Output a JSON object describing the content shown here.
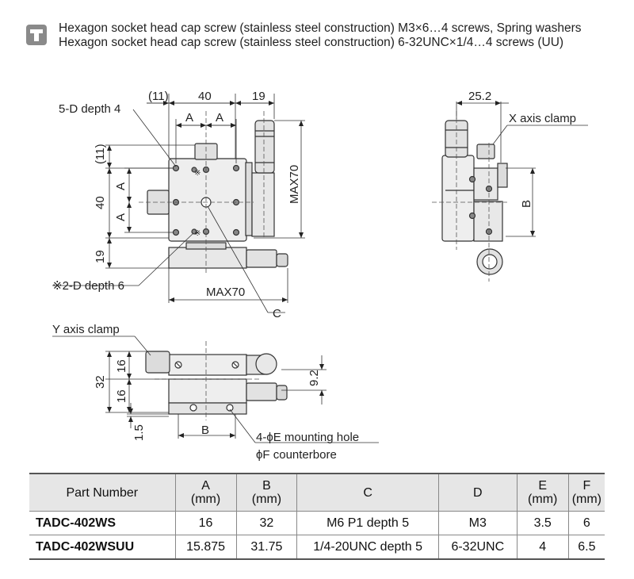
{
  "notes": {
    "line1": "Hexagon socket head cap screw (stainless steel construction) M3×6…4 screws, Spring washers",
    "line2": "Hexagon socket head cap screw (stainless steel construction) 6-32UNC×1/4…4 screws (UU)"
  },
  "labels": {
    "dim_11_top": "(11)",
    "dim_40_top": "40",
    "dim_19_top": "19",
    "five_d_depth": "5-D depth 4",
    "dim_a1": "A",
    "dim_a2": "A",
    "dim_11_left": "(11)",
    "dim_a_left1": "A",
    "dim_40_left": "40",
    "dim_a_left2": "A",
    "dim_19_left": "19",
    "max70_v": "MAX70",
    "two_d_depth": "※2-D depth 6",
    "max70_h": "MAX70",
    "c_label": "C",
    "dim_25_2": "25.2",
    "x_axis_clamp": "X axis clamp",
    "b_right": "B",
    "y_axis_clamp": "Y axis clamp",
    "dim_16a": "16",
    "dim_32": "32",
    "dim_16b": "16",
    "dim_9_2": "9.2",
    "dim_1_5": "1.5",
    "b_bottom": "B",
    "mount_hole": "4-ϕE mounting hole",
    "counterbore": "ϕF counterbore",
    "star1": "※",
    "star2": "※"
  },
  "table": {
    "headers": [
      {
        "l1": "Part Number",
        "l2": ""
      },
      {
        "l1": "A",
        "l2": "(mm)"
      },
      {
        "l1": "B",
        "l2": "(mm)"
      },
      {
        "l1": "C",
        "l2": ""
      },
      {
        "l1": "D",
        "l2": ""
      },
      {
        "l1": "E",
        "l2": "(mm)"
      },
      {
        "l1": "F",
        "l2": "(mm)"
      }
    ],
    "rows": [
      [
        "TADC-402WS",
        "16",
        "32",
        "M6 P1 depth 5",
        "M3",
        "3.5",
        "6"
      ],
      [
        "TADC-402WSUU",
        "15.875",
        "31.75",
        "1/4-20UNC depth 5",
        "6-32UNC",
        "4",
        "6.5"
      ]
    ]
  }
}
